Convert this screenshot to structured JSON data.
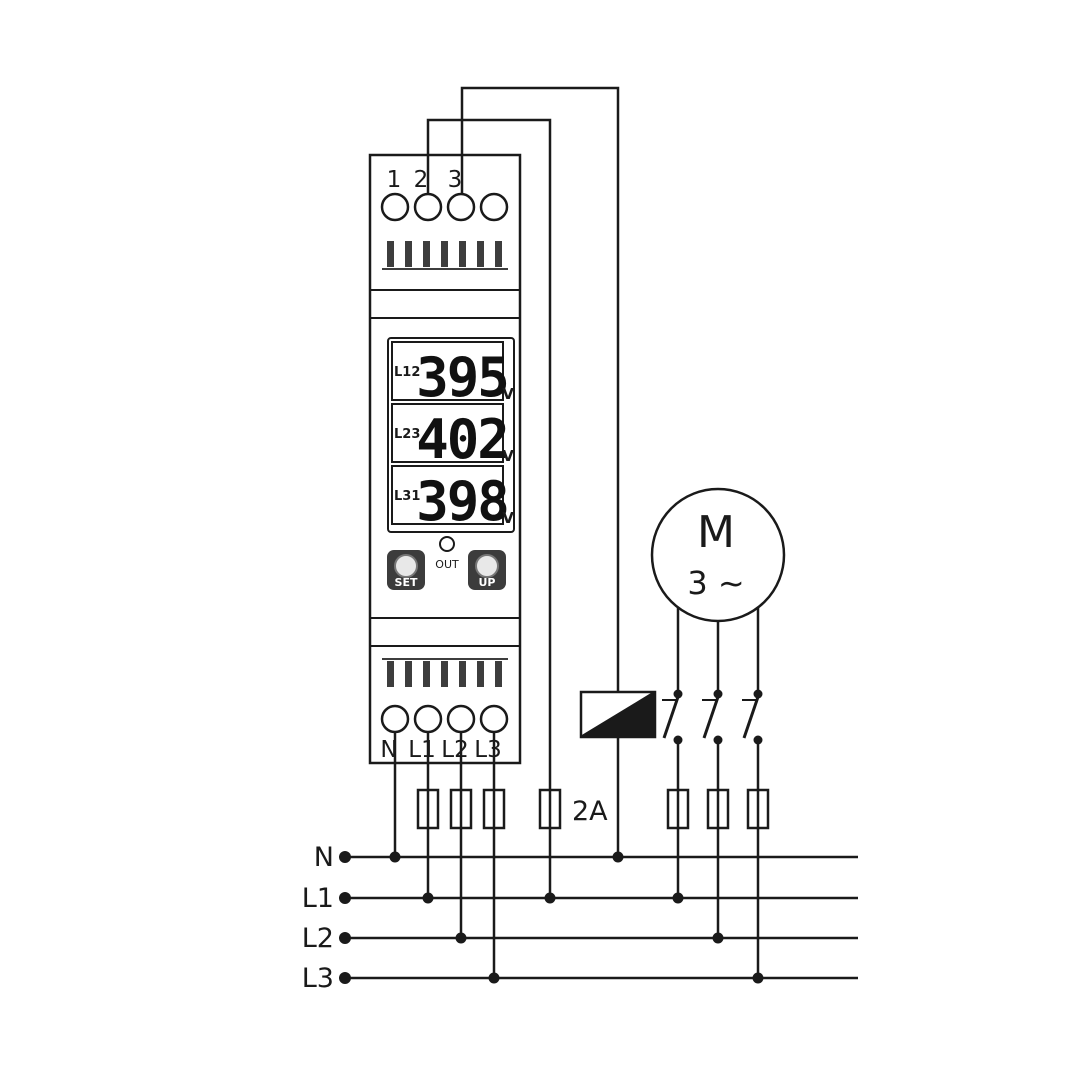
{
  "device": {
    "top_terminal_labels": [
      "1",
      "2",
      "3"
    ],
    "display": {
      "rows": [
        {
          "label": "L12",
          "value": "395",
          "unit": "V"
        },
        {
          "label": "L23",
          "value": "402",
          "unit": "V"
        },
        {
          "label": "L31",
          "value": "398",
          "unit": "V"
        }
      ],
      "out_led_label": "OUT"
    },
    "buttons": {
      "set_label": "SET",
      "up_label": "UP"
    },
    "bottom_terminal_labels": [
      "N",
      "L1",
      "L2",
      "L3"
    ]
  },
  "motor": {
    "letter": "M",
    "phase": "3 ~"
  },
  "control_fuse_label": "2A",
  "bus_labels": [
    "N",
    "L1",
    "L2",
    "L3"
  ],
  "colors": {
    "line": "#1a1a1a",
    "button_body": "#3c3c3c",
    "vent": "#3d3d3d"
  }
}
